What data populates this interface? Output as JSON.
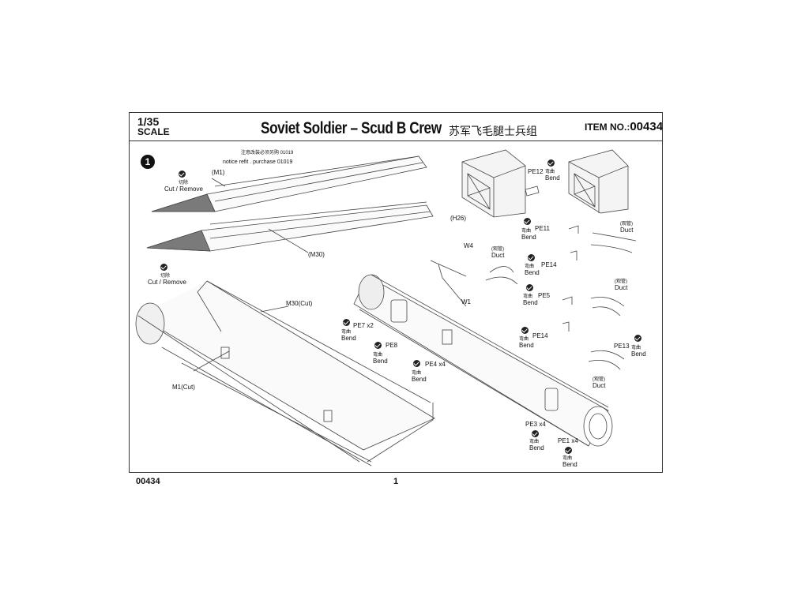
{
  "header": {
    "scale_ratio": "1/35",
    "scale_label": "SCALE",
    "title": "Soviet Soldier – Scud B Crew",
    "title_cn": "苏军飞毛腿士兵组",
    "item_label": "ITEM NO.:",
    "item_number": "00434"
  },
  "step": {
    "number": "1"
  },
  "notice": {
    "cn": "注意改装必须另购 01019",
    "en": "notice refit . purchase 01019"
  },
  "labels": {
    "m1": "(M1)",
    "m30": "(M30)",
    "m30cut": "M30(Cut)",
    "m1cut": "M1(Cut)",
    "h26": "(H26)",
    "w4": "W4",
    "w1": "W1",
    "cut_cn": "切除",
    "cut_en": "Cut / Remove",
    "bend_cn": "弯曲",
    "bend_en": "Bend",
    "duct_cn": "(观管)",
    "duct_en": "Duct",
    "pe12": "PE12",
    "pe11": "PE11",
    "pe14a": "PE14",
    "pe5": "PE5",
    "pe14b": "PE14",
    "pe13": "PE13",
    "pe7": "PE7 x2",
    "pe8": "PE8",
    "pe4": "PE4 x4",
    "pe3": "PE3 x4",
    "pe1": "PE1 x4"
  },
  "footer": {
    "item_number": "00434",
    "page_number": "1"
  }
}
